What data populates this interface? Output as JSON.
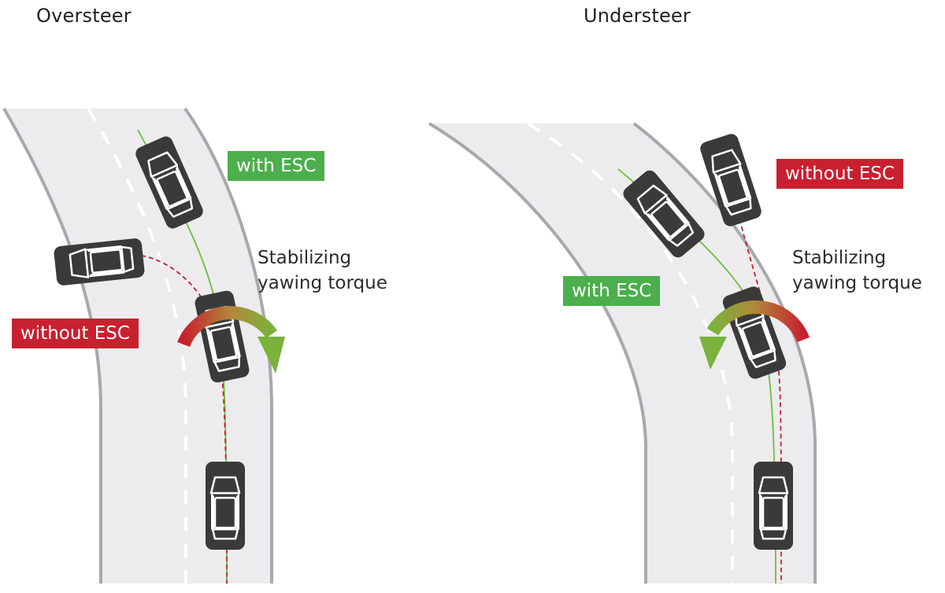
{
  "colors": {
    "road": "#ececee",
    "road_edge": "#a7a9ac",
    "lane_dash": "#ffffff",
    "car_body": "#3a3a3a",
    "car_outline": "#ffffff",
    "path_with_esc": "#6cbf3a",
    "path_without_esc": "#c8202f",
    "torque_start": "#c8202f",
    "torque_end": "#7ab23c",
    "tag_green": "#4cae4c",
    "tag_red": "#c8202f"
  },
  "panels": {
    "oversteer": {
      "title": "Oversteer",
      "with_esc": "with ESC",
      "without_esc": "without ESC",
      "torque_line1": "Stabilizing",
      "torque_line2": "yawing torque"
    },
    "understeer": {
      "title": "Understeer",
      "with_esc": "with ESC",
      "without_esc": "without ESC",
      "torque_line1": "Stabilizing",
      "torque_line2": "yawing torque"
    }
  }
}
